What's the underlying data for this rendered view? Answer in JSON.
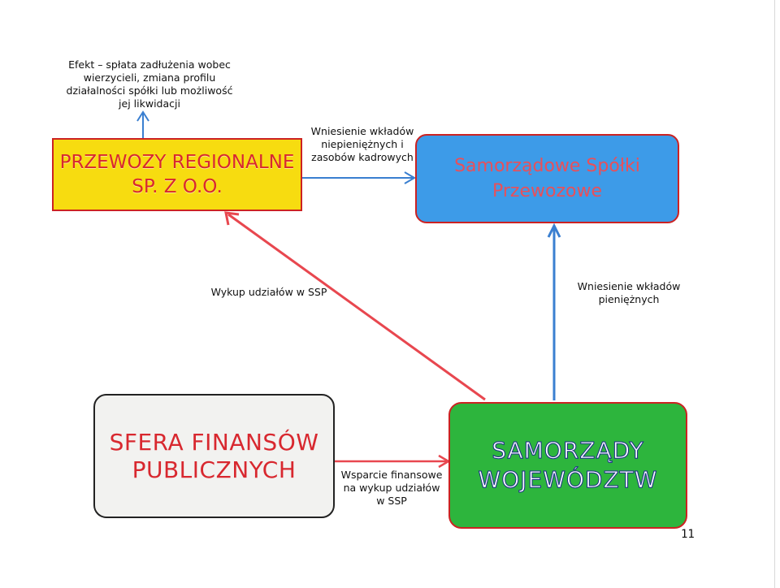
{
  "nodes": {
    "przewozy": {
      "lines": [
        "PRZEWOZY REGIONALNE",
        "SP. Z O.O."
      ]
    },
    "ssp": {
      "lines": [
        "Samorządowe Spółki",
        "Przewozowe"
      ]
    },
    "sfera": {
      "lines": [
        "SFERA FINANSÓW",
        "PUBLICZNYCH"
      ]
    },
    "samorzady": {
      "lines": [
        "SAMORZĄDY",
        "WOJEWÓDZTW"
      ]
    }
  },
  "labels": {
    "efekt": [
      "Efekt – spłata zadłużenia wobec",
      "wierzycieli, zmiana profilu",
      "działalności spółki lub możliwość",
      "jej likwidacji"
    ],
    "niepieniezne": [
      "Wniesienie wkładów",
      "niepieniężnych",
      "i zasobów kadrowych"
    ],
    "wykup": [
      "Wykup udziałów w SSP"
    ],
    "pieniezne": [
      "Wniesienie wkładów",
      "pieniężnych"
    ],
    "wsparcie": [
      "Wsparcie",
      "finansowe na wykup",
      "udziałów w SSP"
    ]
  },
  "page_number": "11",
  "colors": {
    "arrow_red": "#e8474f",
    "arrow_blue": "#3a7fd0",
    "yellow_box": "#f7dc10",
    "blue_box": "#3d9be8",
    "green_box": "#2db53d",
    "grey_box": "#f2f2f0"
  }
}
